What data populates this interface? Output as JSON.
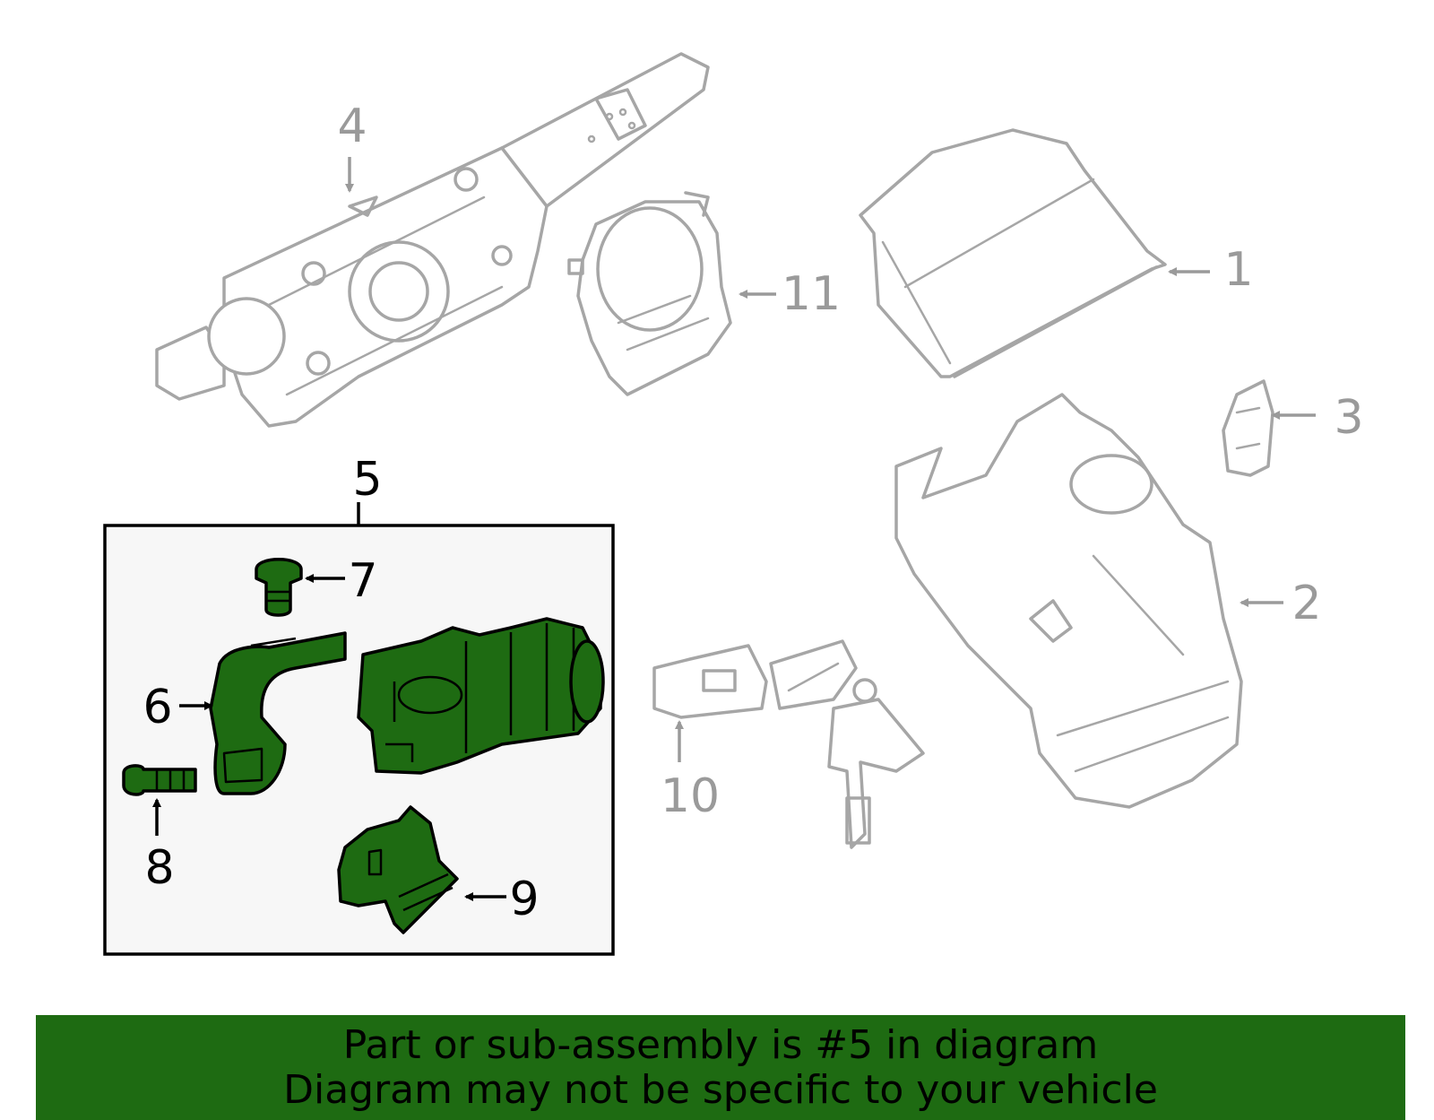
{
  "callouts": {
    "c1": "1",
    "c2": "2",
    "c3": "3",
    "c4": "4",
    "c5": "5",
    "c6": "6",
    "c7": "7",
    "c8": "8",
    "c9": "9",
    "c10": "10",
    "c11": "11"
  },
  "banner": {
    "line1": "Part or sub-assembly is #5 in diagram",
    "line2": "Diagram may not be specific to your vehicle"
  },
  "colors": {
    "highlight_green": "#1e6b12",
    "outline_grey": "#a6a6a6",
    "box_fill": "#f7f7f7"
  }
}
